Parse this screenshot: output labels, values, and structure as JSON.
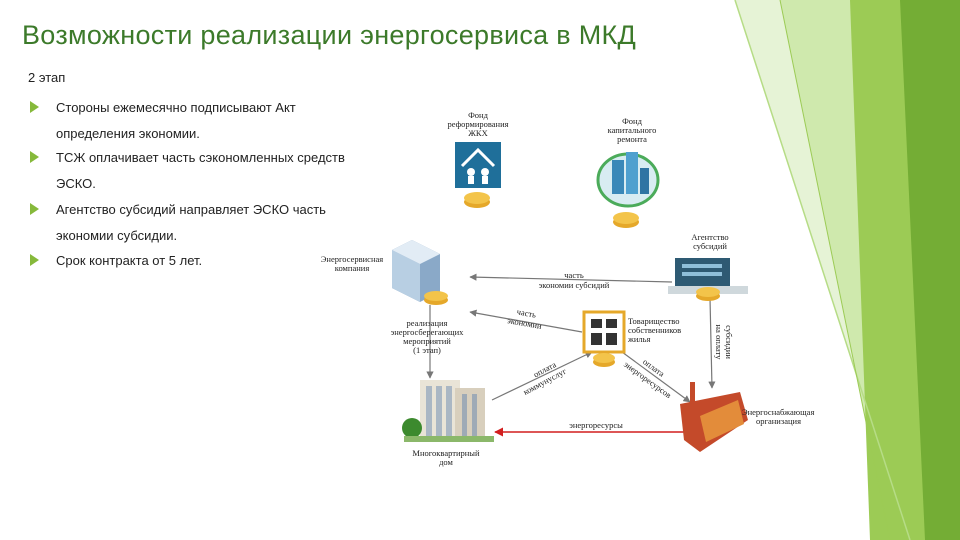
{
  "slide": {
    "title": "Возможности реализации энергосервиса в МКД",
    "stage": "2 этап",
    "bullets": [
      {
        "text": "Стороны ежемесячно подписывают Акт определения экономии."
      },
      {
        "text": "ТСЖ оплачивает часть сэкономленных средств ЭСКО."
      },
      {
        "text": "Агентство субсидий направляет ЭСКО часть экономии субсидии."
      },
      {
        "text": "Срок контракта от 5 лет."
      }
    ]
  },
  "diagram": {
    "nodes": {
      "fund_reform": [
        "Фонд",
        "реформирования",
        "ЖКХ"
      ],
      "fund_capital": [
        "Фонд",
        "капитального",
        "ремонта"
      ],
      "energy_service": [
        "Энергосервисная",
        "компания"
      ],
      "subsidy_agency": [
        "Агентство",
        "субсидий"
      ],
      "hoa": [
        "Товарищество",
        "собственников",
        "жилья"
      ],
      "apartment": [
        "Многоквартирный",
        "дом"
      ],
      "energy_supply": [
        "Энергоснабжающая",
        "организация"
      ]
    },
    "edges": {
      "subsidy_savings": [
        "часть",
        "экономии субсидий"
      ],
      "savings_share": [
        "часть",
        "экономии"
      ],
      "implementation": [
        "реализация",
        "энергосберегающих",
        "мероприятий",
        "(1 этап)"
      ],
      "utilities_payment": [
        "оплата",
        "коммунуслуг"
      ],
      "energy_payment": [
        "оплата",
        "энергоресурсов"
      ],
      "subsidies": [
        "субсидии",
        "на оплату"
      ],
      "energy_resources": "энергоресурсы"
    }
  },
  "colors": {
    "title": "#3c7a2a",
    "accent": "#86b93b",
    "arrow_red": "#d21f1f",
    "arrow_gray": "#777777"
  }
}
